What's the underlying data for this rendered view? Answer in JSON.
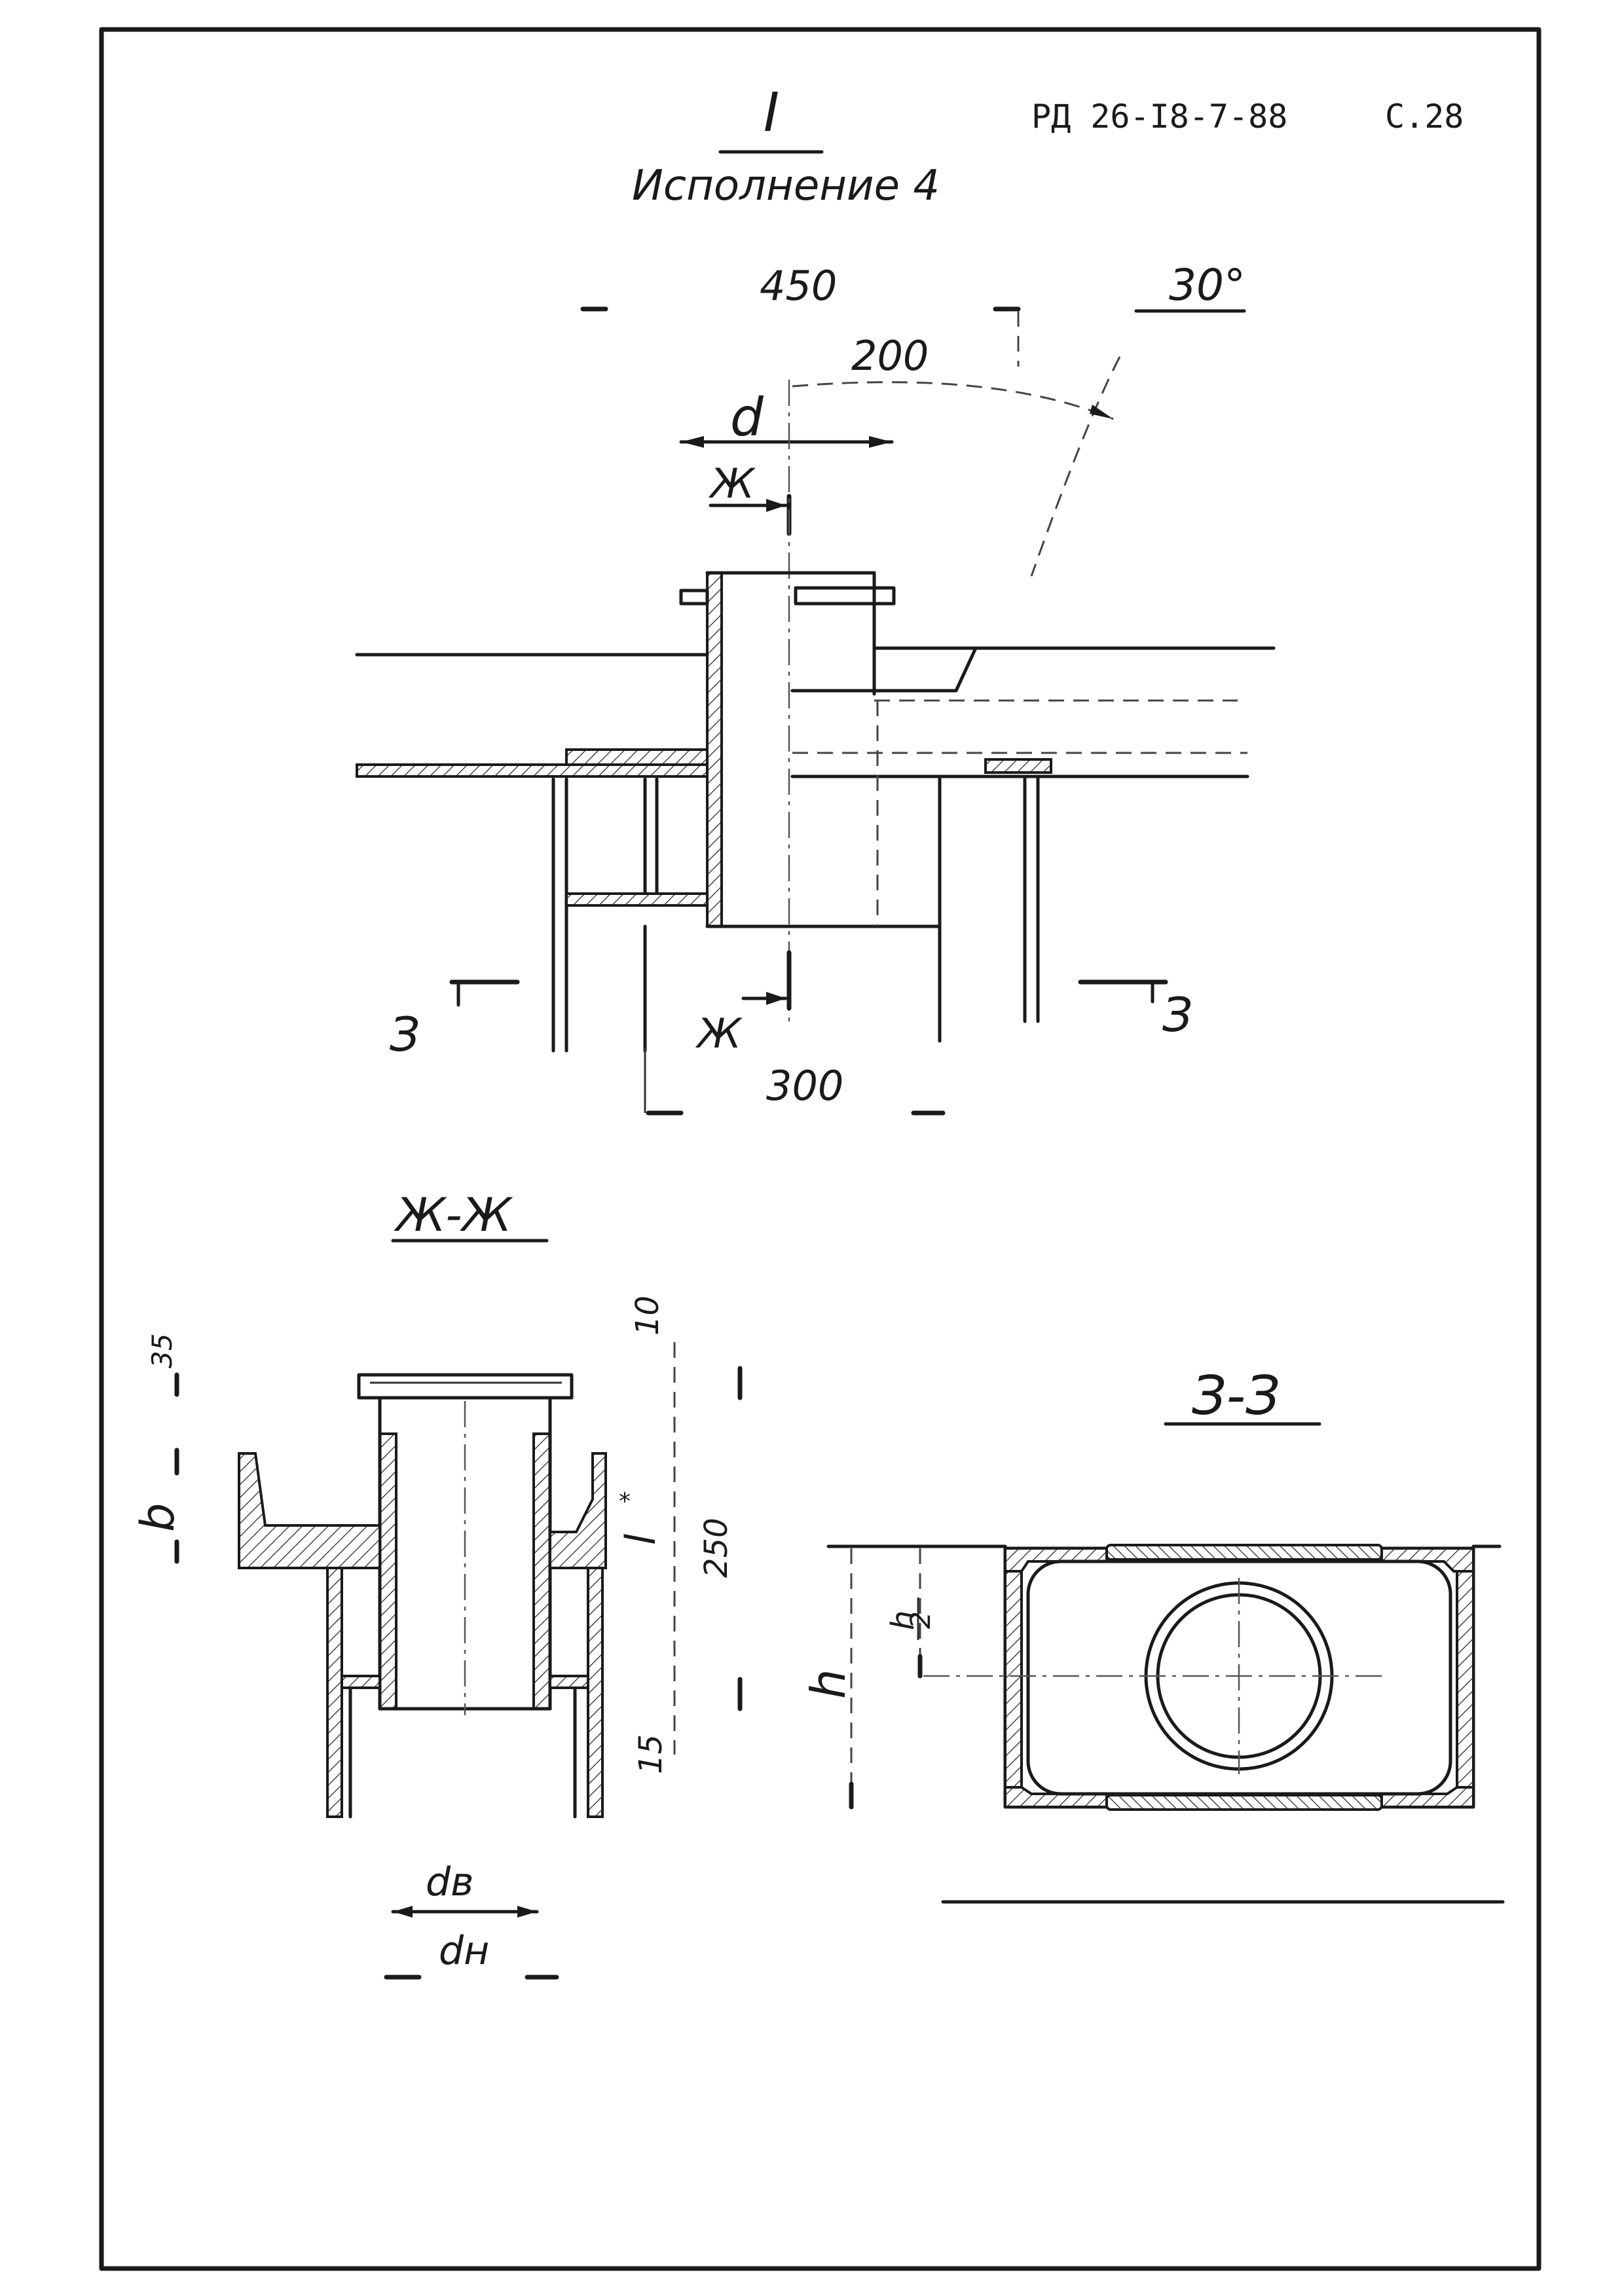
{
  "header": {
    "doc_code": "РД 26-І8-7-88",
    "page": "С.28"
  },
  "detail": {
    "marker": "I",
    "title": "Исполнение 4"
  },
  "view_top": {
    "dim_450": "450",
    "angle_30": "30°",
    "dim_200": "200",
    "dim_d": "d",
    "section_mark_top": "Ж",
    "section_mark_bottom": "Ж",
    "cut_left": "З",
    "cut_right": "З",
    "dim_300": "300"
  },
  "section_zh": {
    "title": "Ж-Ж",
    "dim_35": "35",
    "dim_b": "b",
    "dim_10": "10",
    "dim_l": "l",
    "dim_l_mark": "*",
    "dim_250": "250",
    "dim_15": "15",
    "dim_db": "dв",
    "dim_dn": "dн"
  },
  "section_33": {
    "title": "З-З",
    "dim_h": "h",
    "dim_h_half_num": "h",
    "dim_h_half_den": "2"
  }
}
